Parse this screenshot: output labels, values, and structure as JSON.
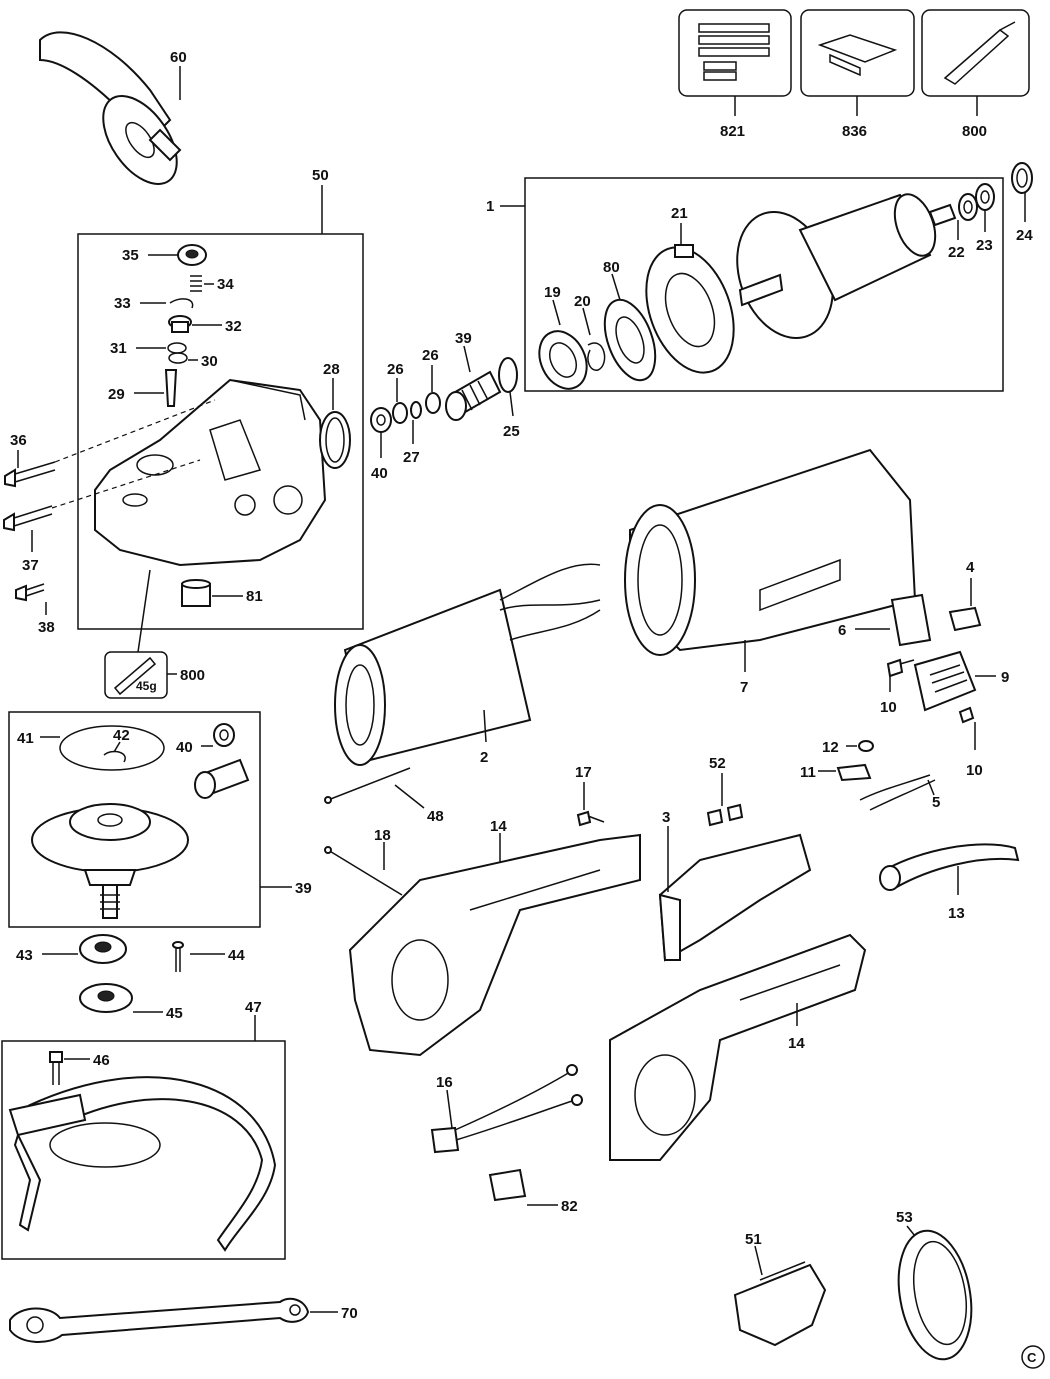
{
  "diagram": {
    "labels": {
      "p60": "60",
      "p821": "821",
      "p836": "836",
      "p800a": "800",
      "p800b": "800",
      "p50": "50",
      "p1": "1",
      "p21": "21",
      "p80": "80",
      "p19": "19",
      "p20": "20",
      "p22": "22",
      "p23": "23",
      "p24": "24",
      "p35": "35",
      "p34": "34",
      "p33": "33",
      "p32": "32",
      "p31": "31",
      "p30": "30",
      "p29": "29",
      "p28": "28",
      "p26a": "26",
      "p26b": "26",
      "p39a": "39",
      "p25": "25",
      "p40a": "40",
      "p27": "27",
      "p36": "36",
      "p37": "37",
      "p38": "38",
      "p81": "81",
      "p45g": "45g",
      "p41": "41",
      "p42": "42",
      "p40b": "40",
      "p39b": "39",
      "p43": "43",
      "p44": "44",
      "p45": "45",
      "p47": "47",
      "p46": "46",
      "p70": "70",
      "p2": "2",
      "p7": "7",
      "p4": "4",
      "p6": "6",
      "p9": "9",
      "p10a": "10",
      "p10b": "10",
      "p12": "12",
      "p11": "11",
      "p5": "5",
      "p48": "48",
      "p17": "17",
      "p52": "52",
      "p3": "3",
      "p18": "18",
      "p14a": "14",
      "p14b": "14",
      "p13": "13",
      "p16": "16",
      "p82": "82",
      "p51": "51",
      "p53": "53",
      "copyright": "C"
    }
  }
}
